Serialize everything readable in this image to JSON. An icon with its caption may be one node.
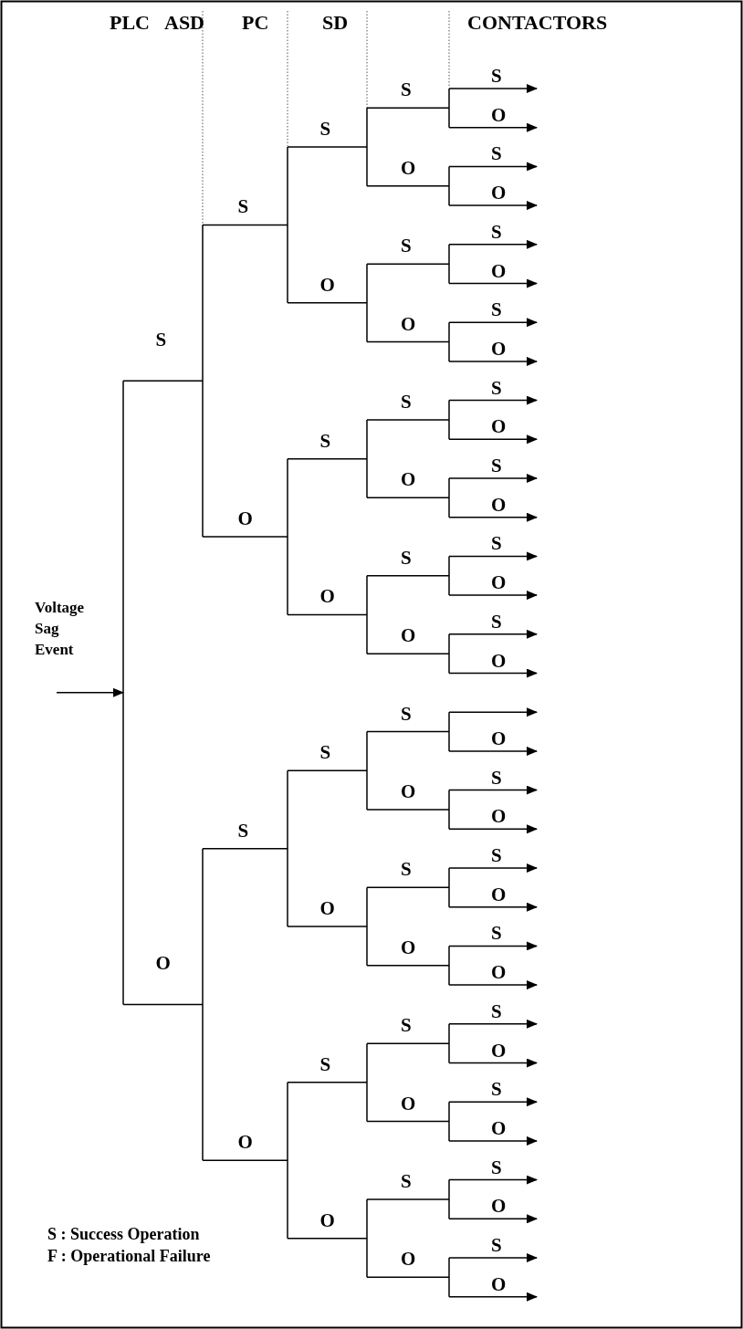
{
  "diagram": {
    "labels": [
      "PLC",
      "ASD",
      "PC",
      "SD",
      "CONTACTORS",
      "Voltage Sag Event",
      "S",
      "S",
      "S",
      "S",
      "S",
      "O",
      "O",
      "S",
      "O",
      "O",
      "S",
      "S",
      "O",
      "O",
      "S",
      "O",
      "O",
      "S",
      "S",
      "S",
      "O",
      "O",
      "S",
      "O",
      "O",
      "S",
      "S",
      "O",
      "O",
      "S",
      "O",
      "O",
      "S",
      "S",
      "S",
      "O",
      "O",
      "S",
      "O",
      "O",
      "S",
      "S",
      "O",
      "O",
      "S",
      "O",
      "O",
      "S",
      "S",
      "S",
      "O",
      "O",
      "S",
      "O",
      "O",
      "S",
      "S",
      "O",
      "O",
      "S",
      "O",
      "S : Success Operation",
      "F : Operational Failure"
    ]
  }
}
